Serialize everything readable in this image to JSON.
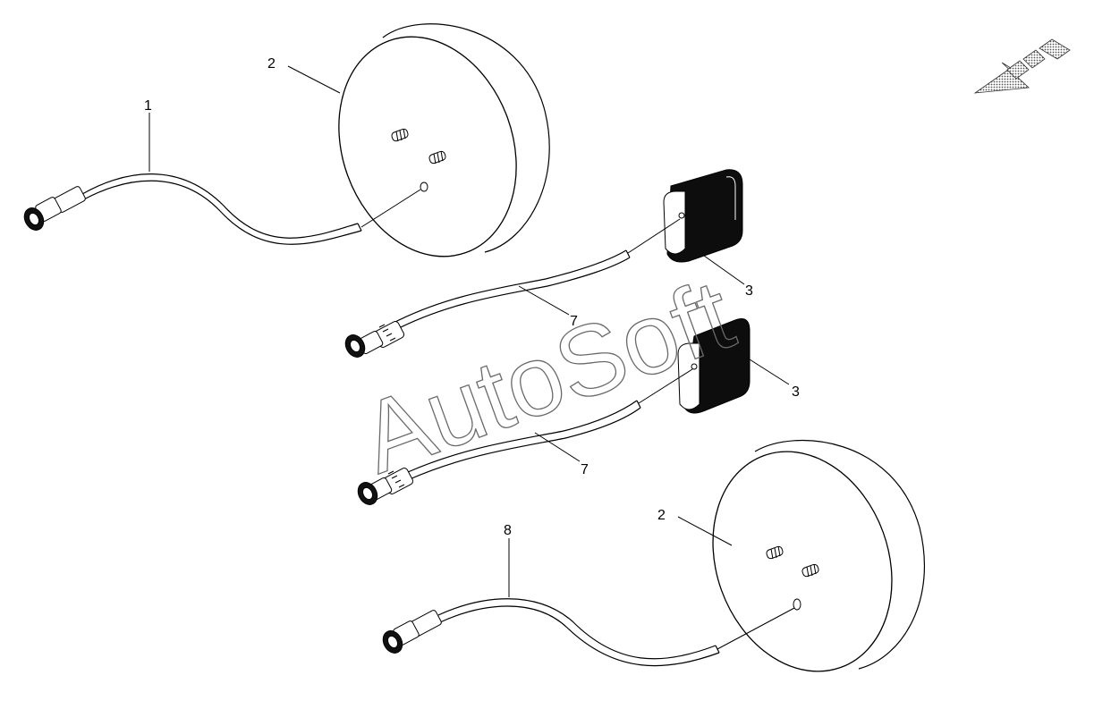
{
  "watermark": {
    "text": "AutoSoft"
  },
  "callouts": [
    {
      "id": "c1",
      "label": "1"
    },
    {
      "id": "c2a",
      "label": "2"
    },
    {
      "id": "c2b",
      "label": "2"
    },
    {
      "id": "c3a",
      "label": "3"
    },
    {
      "id": "c3b",
      "label": "3"
    },
    {
      "id": "c7a",
      "label": "7"
    },
    {
      "id": "c7b",
      "label": "7"
    },
    {
      "id": "c8",
      "label": "8"
    }
  ],
  "parts": [
    {
      "label": "1",
      "kind": "sensor-cable"
    },
    {
      "label": "2",
      "kind": "speaker-disc"
    },
    {
      "label": "3",
      "kind": "sensor-module"
    },
    {
      "label": "7",
      "kind": "sensor-cable"
    },
    {
      "label": "8",
      "kind": "sensor-cable"
    }
  ],
  "orientation_icon": "direction-arrow-icon"
}
